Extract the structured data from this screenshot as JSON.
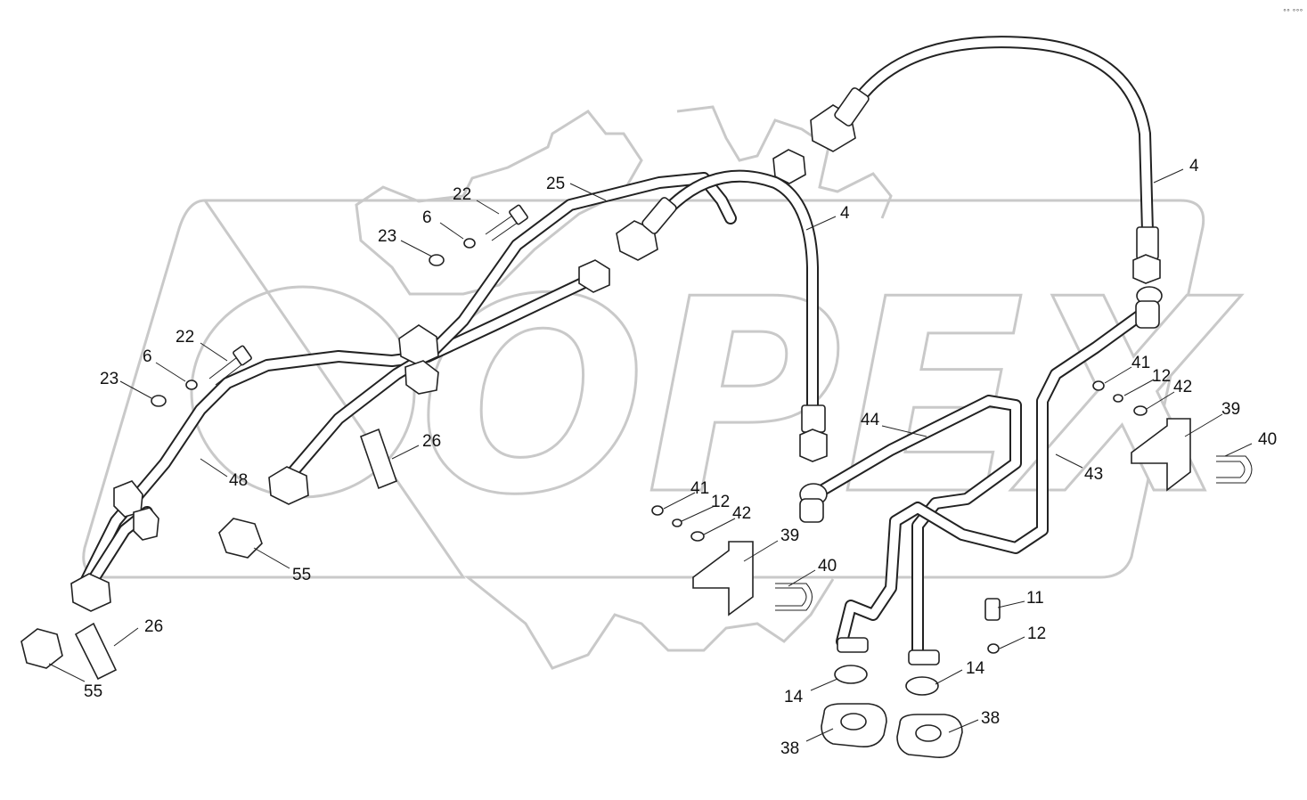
{
  "watermark": {
    "text": "OPEX"
  },
  "corner_mark": "°° °°°",
  "callouts": {
    "c4a": "4",
    "c4b": "4",
    "c25": "25",
    "c22a": "22",
    "c6a": "6",
    "c23a": "23",
    "c22b": "22",
    "c6b": "6",
    "c23b": "23",
    "c48": "48",
    "c26a": "26",
    "c26b": "26",
    "c55a": "55",
    "c55b": "55",
    "c44": "44",
    "c43": "43",
    "c41a": "41",
    "c12a": "12",
    "c42a": "42",
    "c39a": "39",
    "c40a": "40",
    "c41b": "41",
    "c12b": "12",
    "c42b": "42",
    "c39b": "39",
    "c40b": "40",
    "c11": "11",
    "c12c": "12",
    "c14a": "14",
    "c14b": "14",
    "c38a": "38",
    "c38b": "38"
  },
  "colors": {
    "line": "#222222",
    "watermark": "#c9c9c9",
    "background": "#ffffff"
  }
}
